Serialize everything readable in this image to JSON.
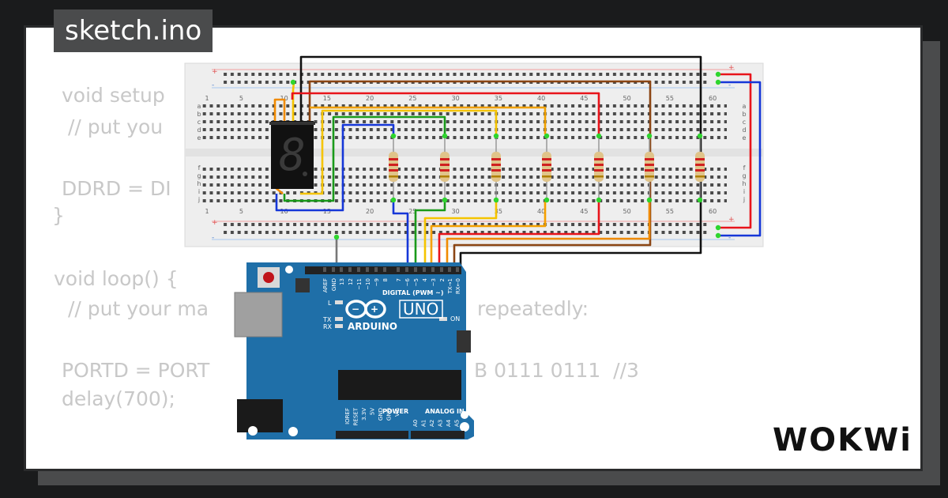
{
  "title": "sketch.ino",
  "code_lines": [
    "void setup",
    " // put you",
    "DDRD = DI",
    "}",
    "void loop() {",
    " // put your ma",
    "repeatedly:",
    "PORTD = PORT",
    "B 0111 0111  //3",
    "delay(700);"
  ],
  "breadboard": {
    "top_numbers": [
      "1",
      "5",
      "10",
      "15",
      "20",
      "25",
      "30",
      "35",
      "40",
      "45",
      "50",
      "55",
      "60"
    ],
    "row_letters_top": [
      "a",
      "b",
      "c",
      "d",
      "e"
    ],
    "row_letters_bottom": [
      "f",
      "g",
      "h",
      "i",
      "j"
    ],
    "rail_plus": "+",
    "rail_minus": "-"
  },
  "display": {
    "digit": "8"
  },
  "arduino": {
    "brand": "ARDUINO",
    "model": "UNO",
    "digital_label": "DIGITAL (PWM ~)",
    "power_label": "POWER",
    "analog_label": "ANALOG IN",
    "on_label": "ON",
    "l_label": "L",
    "tx_label": "TX",
    "rx_label": "RX",
    "top_pins": [
      "AREF",
      "GND",
      "13",
      "12",
      "~11",
      "~10",
      "~9",
      "8",
      "7",
      "~6",
      "~5",
      "4",
      "~3",
      "2",
      "TX→1",
      "RX←0"
    ],
    "power_pins": [
      "IOREF",
      "RESET",
      "3.3V",
      "5V",
      "GND",
      "GND",
      "Vin"
    ],
    "analog_pins": [
      "A0",
      "A1",
      "A2",
      "A3",
      "A4",
      "A5"
    ]
  },
  "logo_text": "WOKWi",
  "colors": {
    "board_blue": "#1f6fa8",
    "wire_red": "#e8141b",
    "wire_black": "#111111",
    "wire_brown": "#8b4513",
    "wire_yellow": "#f5c400",
    "wire_green": "#1a9a1a",
    "wire_blue": "#1637d8",
    "wire_orange": "#f08a00",
    "pin_green": "#2ed52e"
  }
}
